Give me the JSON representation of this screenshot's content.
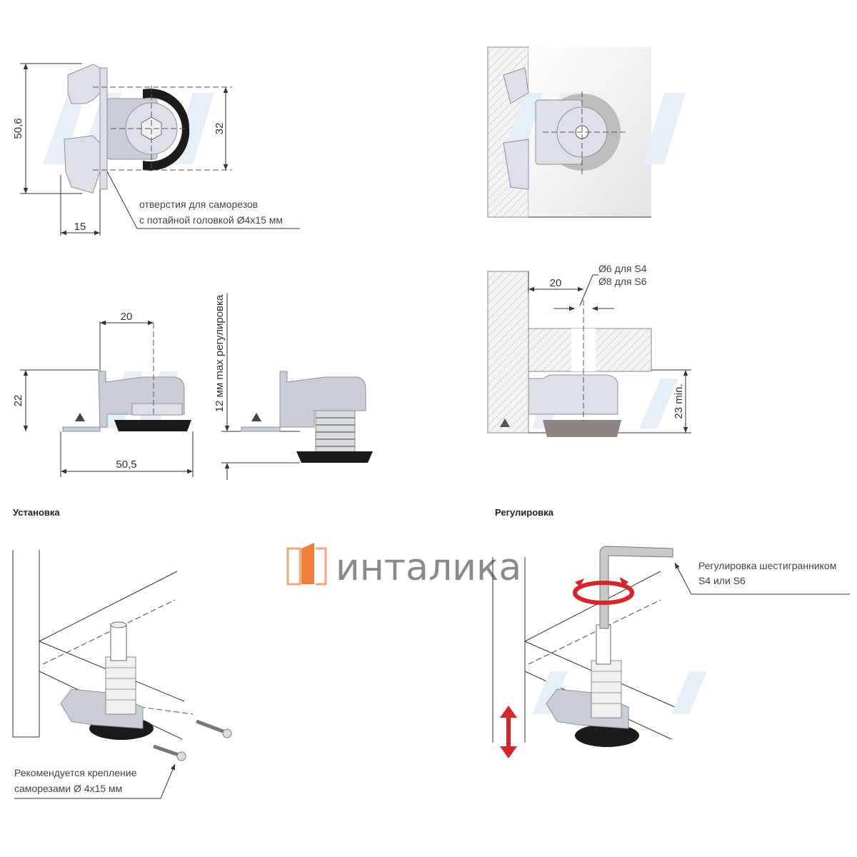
{
  "view_top_left": {
    "dim_height": "50,6",
    "dim_hole_spacing": "32",
    "dim_width": "15",
    "note_line1": "отверстия для саморезов",
    "note_line2": "с потайной головкой Ø4x15 мм"
  },
  "view_side": {
    "dim_axis": "20",
    "dim_height": "22",
    "dim_length": "50,5",
    "dim_adjust": "12 мм max регулировка"
  },
  "view_section": {
    "dim_axis": "20",
    "hole_s4": "Ø6 для S4",
    "hole_s6": "Ø8 для S6",
    "dim_min": "23 min."
  },
  "installation": {
    "heading": "Установка",
    "note_line1": "Рекомендуется крепление",
    "note_line2": "саморезами Ø 4x15 мм"
  },
  "adjustment": {
    "heading": "Регулировка",
    "note_line1": "Регулировка шестигранником",
    "note_line2": "S4 или S6"
  },
  "logo": {
    "text": "инталика",
    "accent_color": "#f07f3c"
  },
  "colors": {
    "arrow_red": "#d7262b"
  }
}
